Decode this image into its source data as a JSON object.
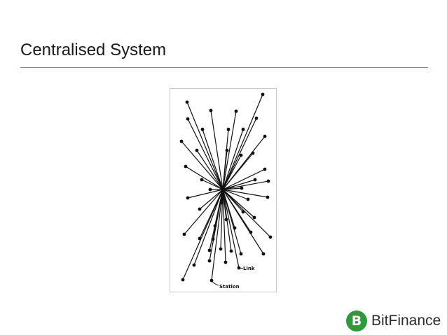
{
  "slide": {
    "title": "Centralised System"
  },
  "diagram": {
    "labels": {
      "link": "Link",
      "station": "Station"
    }
  },
  "branding": {
    "logo_letter": "B",
    "logo_text": "BitFinance",
    "logo_color": "#2e9a3e"
  },
  "colors": {
    "title_rule": "#4d9fb1"
  }
}
